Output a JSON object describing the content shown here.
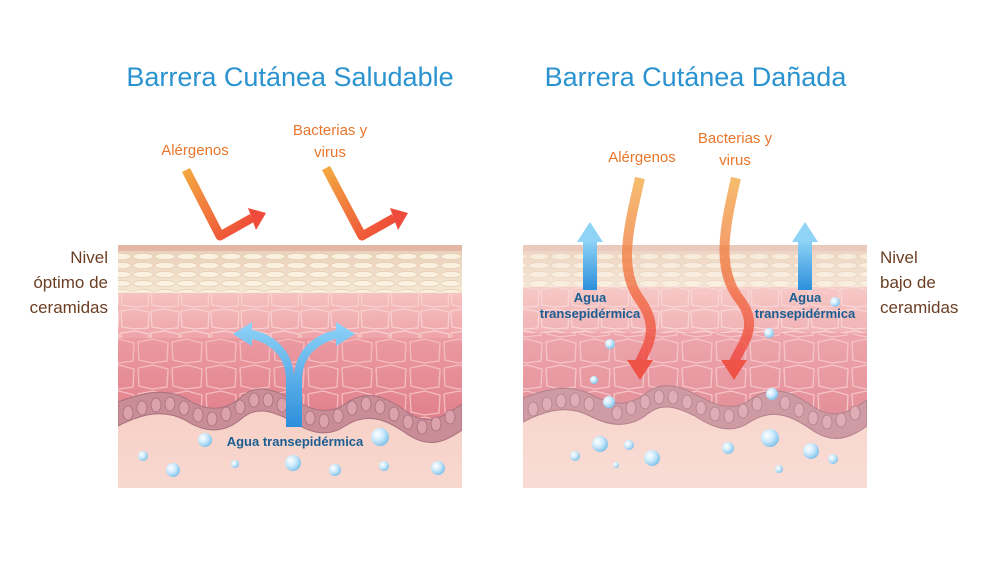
{
  "diagram": {
    "left_panel": {
      "title": "Barrera Cutánea Saludable",
      "side_label": [
        "Nivel",
        "óptimo de",
        "ceramidas"
      ],
      "threats": {
        "allergens": "Alérgenos",
        "bacteria": [
          "Bacterias y",
          "virus"
        ]
      },
      "water_label": "Agua transepidérmica"
    },
    "right_panel": {
      "title": "Barrera Cutánea Dañada",
      "side_label": [
        "Nivel",
        "bajo de",
        "ceramidas"
      ],
      "threats": {
        "allergens": "Alérgenos",
        "bacteria": [
          "Bacterias y",
          "virus"
        ]
      },
      "water_label": [
        "Agua",
        "transepidérmica"
      ]
    },
    "colors": {
      "title": "#2b93cf",
      "side_label": "#6b3e23",
      "threat_label": "#e9762b",
      "threat_arrow": "#ef4b3c",
      "water_arrow": "#3d97df",
      "water_label": "#1b5e92",
      "skin_top": "#f1e4cd",
      "skin_mid": "#f3b4b6",
      "skin_deep": "#e9878f",
      "basal": "#c98a94",
      "dermis": "#f6cfc4"
    }
  }
}
